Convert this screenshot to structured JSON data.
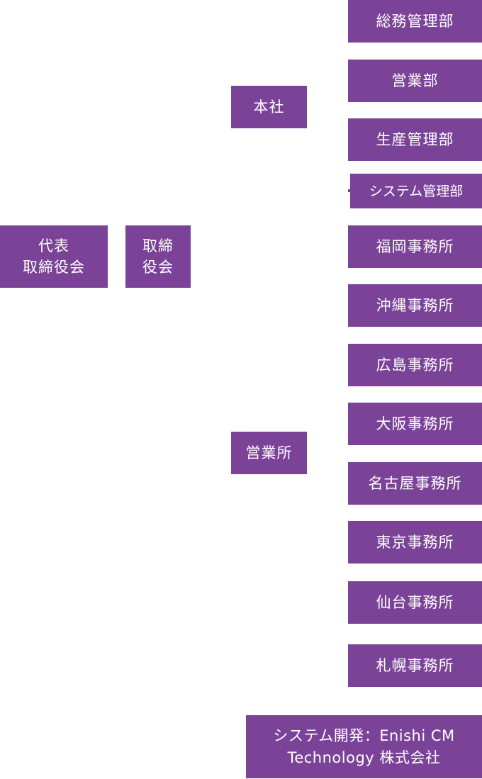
{
  "org": {
    "representative": "代表\n取締役会",
    "board": "取締\n役会",
    "head_office": "本社",
    "sales_office": "営業所",
    "departments": [
      "総務管理部",
      "営業部",
      "生産管理部",
      "システム管理部"
    ],
    "offices": [
      "福岡事務所",
      "沖縄事務所",
      "広島事務所",
      "大阪事務所",
      "名古屋事務所",
      "東京事務所",
      "仙台事務所",
      "札幌事務所"
    ],
    "subsidiary": "システム開発：Enishi CM\nTechnology 株式会社"
  },
  "colors": {
    "box_fill": "#7b4398",
    "text": "#ffffff"
  }
}
